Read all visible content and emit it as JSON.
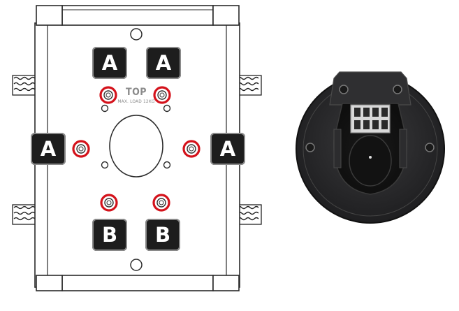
{
  "labels": {
    "a_top_left": "A",
    "a_top_right": "A",
    "a_mid_left": "A",
    "a_mid_right": "A",
    "b_bottom_left": "B",
    "b_bottom_right": "B"
  },
  "top_marking": {
    "title": "TOP",
    "subtitle": "MAX. LOAD 12KG"
  },
  "colors": {
    "highlight_ring": "#d4121b",
    "label_fill": "#1d1d1d",
    "outline": "#2a2a2a",
    "device_body": "#2b2b2d"
  }
}
